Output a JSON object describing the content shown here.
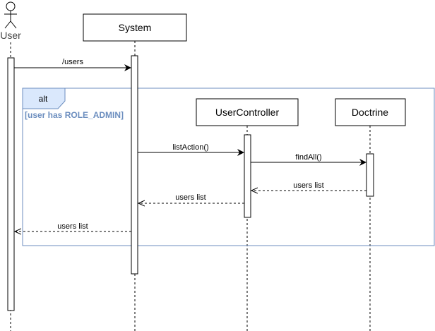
{
  "diagram": {
    "actor": {
      "label": "User"
    },
    "participants": {
      "system": "System",
      "user_controller": "UserController",
      "doctrine": "Doctrine"
    },
    "fragment": {
      "operator": "alt",
      "guard": "[user has ROLE_ADMIN]",
      "accent_color": "#6c8ebf"
    },
    "messages": {
      "users_request": "/users",
      "list_action": "listAction()",
      "find_all": "findAll()",
      "return_doctrine": "users list",
      "return_controller": "users list",
      "return_system": "users list"
    }
  }
}
